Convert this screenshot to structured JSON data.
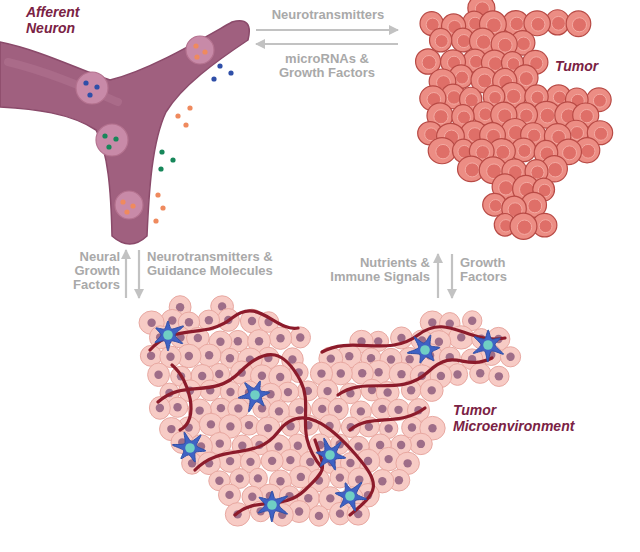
{
  "diagram": {
    "nodes": [
      {
        "text": [
          "Afferent Neuron"
        ]
      },
      {
        "text": [
          "Tumor"
        ]
      },
      {
        "text": [
          "Tumor Microenvironment"
        ]
      }
    ],
    "edges": [
      {
        "from": 0,
        "to": 1,
        "label": "Neurotransmitters",
        "arrow": "to"
      },
      {
        "from": 1,
        "to": 0,
        "label": "microRNAs & Growth Factors",
        "arrow": "to"
      },
      {
        "from": 2,
        "to": 0,
        "label": "Neural Growth Factors",
        "arrow": "to"
      },
      {
        "from": 0,
        "to": 2,
        "label": "Neurotransmitters & Guidance Molecules",
        "arrow": "to"
      },
      {
        "from": 2,
        "to": 1,
        "label": "Nutrients & Immune Signals",
        "arrow": "to"
      },
      {
        "from": 1,
        "to": 2,
        "label": "Growth Factors",
        "arrow": "to"
      }
    ]
  }
}
